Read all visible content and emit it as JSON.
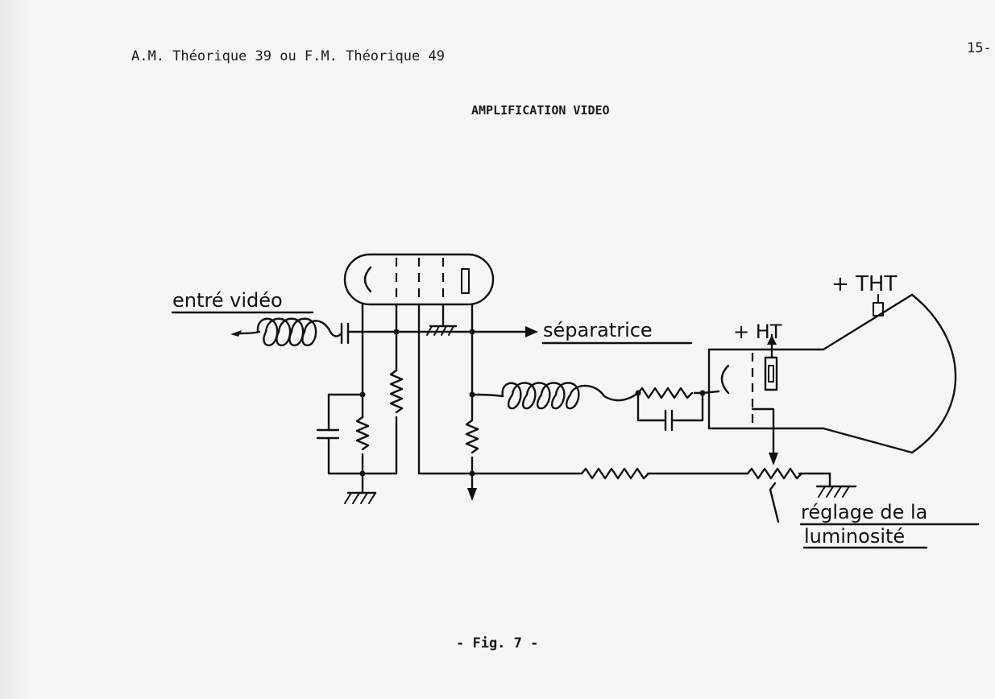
{
  "header": {
    "left_text": "A.M. Théorique 39  ou  F.M. Théorique 49",
    "page_number": "15-"
  },
  "section_title": "AMPLIFICATION VIDEO",
  "figure": {
    "caption": "- Fig. 7 -",
    "labels": {
      "video_input": "entré vidéo",
      "separator": "séparatrice",
      "tht": "+ THT",
      "ht": "+ HT",
      "brightness_line1": "réglage de la",
      "brightness_line2": "luminosité"
    }
  }
}
